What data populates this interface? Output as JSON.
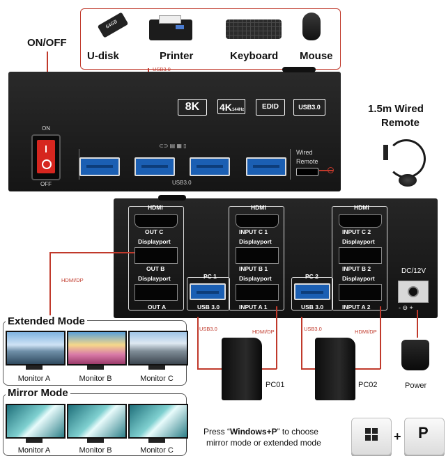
{
  "onoff": {
    "title": "ON/OFF",
    "on": "ON",
    "off": "OFF"
  },
  "peripherals": [
    {
      "label": "U-disk",
      "icon": "usb-drive-icon",
      "print": "64GB"
    },
    {
      "label": "Printer",
      "icon": "printer-icon"
    },
    {
      "label": "Keyboard",
      "icon": "keyboard-icon"
    },
    {
      "label": "Mouse",
      "icon": "mouse-icon"
    }
  ],
  "front": {
    "usb_top_label": "USB3.0",
    "usb_bottom_label": "USB3.0",
    "badges": [
      "8K",
      "4K",
      "EDID",
      "USB3.0"
    ],
    "badge_4k_sub": "144Hz",
    "wired_label": "Wired",
    "remote_label": "Remote"
  },
  "remote": {
    "line1": "1.5m Wired",
    "line2": "Remote"
  },
  "back": {
    "hdmi": "HDMI",
    "displayport": "Displayport",
    "out_c": "OUT C",
    "out_b": "OUT B",
    "out_a": "OUT A",
    "input_c1": "INPUT C 1",
    "input_b1": "INPUT B 1",
    "input_a1": "INPUT A 1",
    "input_c2": "INPUT C 2",
    "input_b2": "INPUT B 2",
    "input_a2": "INPUT A 2",
    "pc1": "PC 1",
    "pc2": "PC 2",
    "usb30": "USB 3.0",
    "dc": "DC/12V",
    "polarity": "- ⊖ +"
  },
  "cables": {
    "hdmi_dp": "HDMI/DP",
    "usb30": "USB3.0"
  },
  "pcs": [
    "PC01",
    "PC02"
  ],
  "power": "Power",
  "extended": {
    "title": "Extended Mode",
    "monitors": [
      "Monitor A",
      "Monitor B",
      "Monitor C"
    ]
  },
  "mirror": {
    "title": "Mirror Mode",
    "monitors": [
      "Monitor A",
      "Monitor B",
      "Monitor C"
    ]
  },
  "instruction": {
    "pre": "Press “",
    "bold": "Windows+P",
    "post": "” to choose",
    "line2": "mirror mode or extended mode"
  },
  "keys": {
    "plus": "+",
    "p": "P",
    "windows_icon": "windows-logo-icon"
  },
  "colors": {
    "accent": "#c0392b",
    "usb_blue": "#1b5fb3",
    "chassis": "#1a1a1a"
  }
}
